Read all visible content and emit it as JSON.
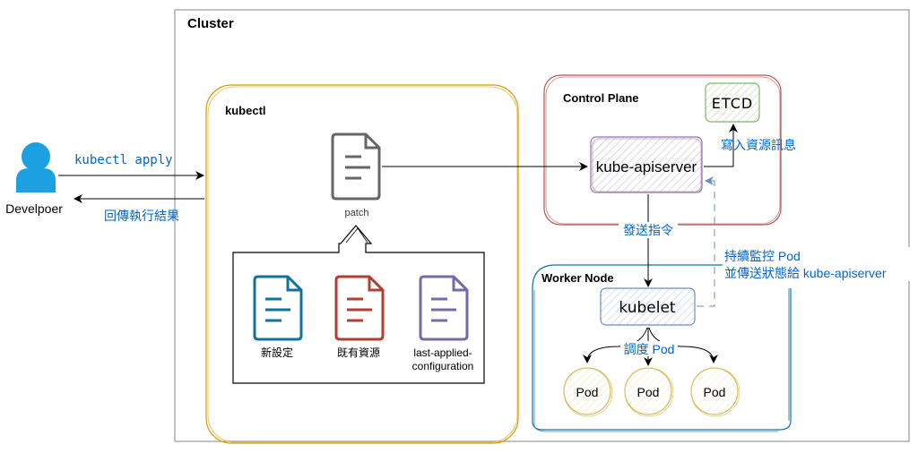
{
  "diagram": {
    "title": "Kubernetes kubectl apply flow",
    "actors": {
      "developer": {
        "label": "Develpoer",
        "color": "#1BA1E2"
      }
    },
    "containers": {
      "cluster": {
        "label": "Cluster",
        "stroke": "#999999"
      },
      "kubectl": {
        "label": "kubectl",
        "stroke": "#D79B00"
      },
      "control_plane": {
        "label": "Control Plane",
        "stroke": "#B85450"
      },
      "worker_node": {
        "label": "Worker Node",
        "stroke": "#10739E"
      }
    },
    "nodes": {
      "patch": {
        "label": "patch",
        "color": "#666666"
      },
      "new_config": {
        "label": "新設定",
        "color": "#10739E"
      },
      "existing_resource": {
        "label": "既有資源",
        "color": "#AE4132"
      },
      "last_applied": {
        "label_line1": "last-applied-",
        "label_line2": "configuration",
        "color": "#736CA8"
      },
      "kube_apiserver": {
        "label": "kube-apiserver",
        "fill": "#E1D5E7",
        "stroke": "#9673A6"
      },
      "etcd": {
        "label": "ETCD",
        "fill": "#D5E8D4",
        "stroke": "#82B366"
      },
      "kubelet": {
        "label": "kubelet",
        "fill": "#DAE8FC",
        "stroke": "#6C8EBF"
      },
      "pods": [
        {
          "label": "Pod"
        },
        {
          "label": "Pod"
        },
        {
          "label": "Pod"
        }
      ],
      "pod_style": {
        "fill": "#FFF2CC",
        "stroke": "#D6B656"
      }
    },
    "edges": {
      "kubectl_apply": {
        "label": "kubectl apply"
      },
      "return_result": {
        "label": "回傳執行結果"
      },
      "write_resource": {
        "label": "寫入資源訊息"
      },
      "send_command": {
        "label": "發送指令"
      },
      "monitor_line1": {
        "label": "持續監控 Pod"
      },
      "monitor_line2": {
        "label": "並傳送狀態給 kube-apiserver"
      },
      "schedule_pod": {
        "label": "調度 Pod"
      }
    },
    "edge_label_color": "#0066CC"
  }
}
